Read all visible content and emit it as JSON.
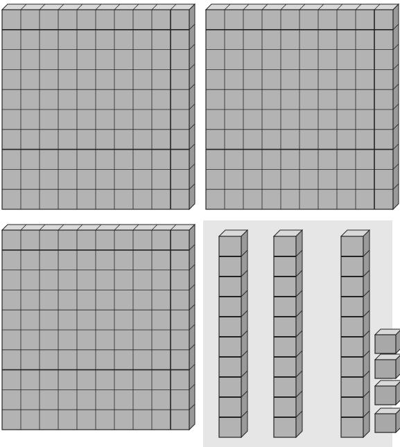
{
  "figure": {
    "title": "",
    "kind": "base-ten blocks",
    "hundreds_flats": 3,
    "tens_rods": 3,
    "ones_units": 4,
    "colors": {
      "block_face": "#b3b3b3",
      "block_top": "#d9d9d9",
      "block_side": "#9a9a9a",
      "outline": "#222222",
      "rods_panel_background": "#e6e6e6",
      "page_background": "#ffffff"
    }
  }
}
